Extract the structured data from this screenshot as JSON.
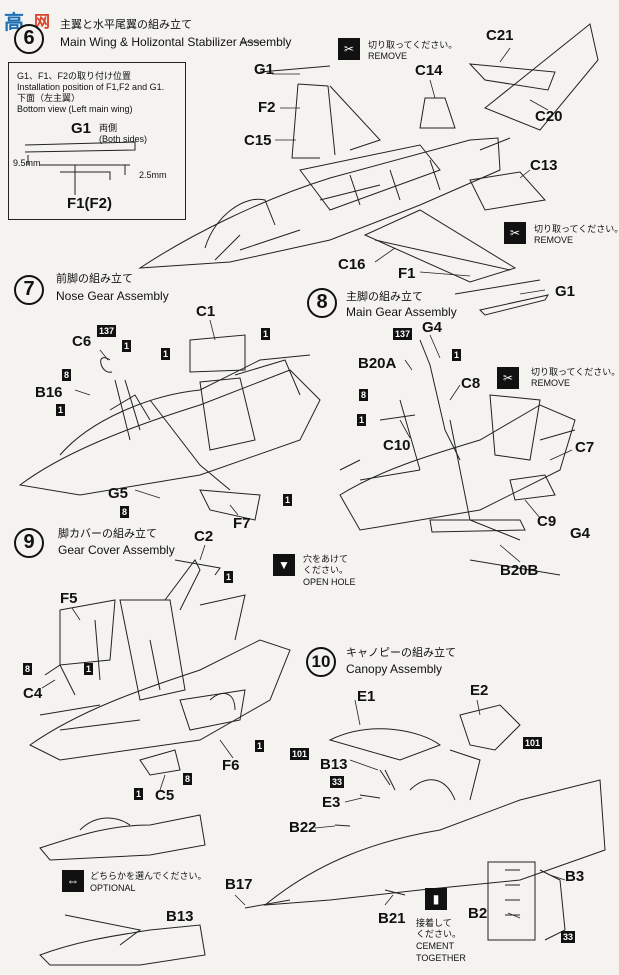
{
  "watermark": {
    "logo_text": "高",
    "site": "网"
  },
  "step6": {
    "number": "6",
    "title_jp": "主翼と水平尾翼の組み立て",
    "title_en": "Main Wing & Holizontal Stabilizer Assembly",
    "inset": {
      "line1": "G1、F1、F2の取り付け位置",
      "line2": "Installation position of F1,F2 and G1.",
      "bottom_jp": "下面（左主翼）",
      "bottom_en": "Bottom view (Left main wing)",
      "part_g1": "G1",
      "both_jp": "両側",
      "both_en": "(Both sides)",
      "dim_a": "9.5mm",
      "dim_b": "2.5mm",
      "part_f1f2": "F1(F2)"
    },
    "remove_jp": "切り取ってください。",
    "remove_en": "REMOVE",
    "parts": [
      "G1",
      "F2",
      "C15",
      "C14",
      "C21",
      "C20",
      "C13",
      "C16",
      "F1",
      "G1"
    ]
  },
  "step7": {
    "number": "7",
    "title_jp": "前脚の組み立て",
    "title_en": "Nose Gear Assembly",
    "parts": [
      "C1",
      "C6",
      "B16",
      "G5",
      "F7"
    ],
    "markers": [
      "137",
      "1",
      "1",
      "8",
      "1",
      "1",
      "8",
      "1"
    ]
  },
  "step8": {
    "number": "8",
    "title_jp": "主脚の組み立て",
    "title_en": "Main Gear Assembly",
    "parts": [
      "G4",
      "B20A",
      "C8",
      "C10",
      "C7",
      "C9",
      "G4",
      "B20B"
    ],
    "markers": [
      "137",
      "1",
      "8",
      "1"
    ],
    "remove_jp": "切り取ってください。",
    "remove_en": "REMOVE"
  },
  "step9": {
    "number": "9",
    "title_jp": "脚カバーの組み立て",
    "title_en": "Gear Cover Assembly",
    "parts": [
      "C2",
      "F5",
      "C4",
      "F6",
      "C5"
    ],
    "markers": [
      "1",
      "8",
      "1",
      "1",
      "1",
      "8"
    ],
    "hole_jp1": "穴をあけて",
    "hole_jp2": "ください。",
    "hole_en": "OPEN HOLE"
  },
  "step10": {
    "number": "10",
    "title_jp": "キャノピーの組み立て",
    "title_en": "Canopy Assembly",
    "parts": [
      "E1",
      "E2",
      "B13",
      "E3",
      "B22",
      "B17",
      "B21",
      "B3",
      "B2"
    ],
    "markers": [
      "101",
      "101",
      "33",
      "33"
    ],
    "cement_jp1": "接着して",
    "cement_jp2": "ください。",
    "cement_en1": "CEMENT",
    "cement_en2": "TOGETHER"
  },
  "optional": {
    "jp": "どちらかを選んでください。",
    "en": "OPTIONAL",
    "part": "B13"
  }
}
